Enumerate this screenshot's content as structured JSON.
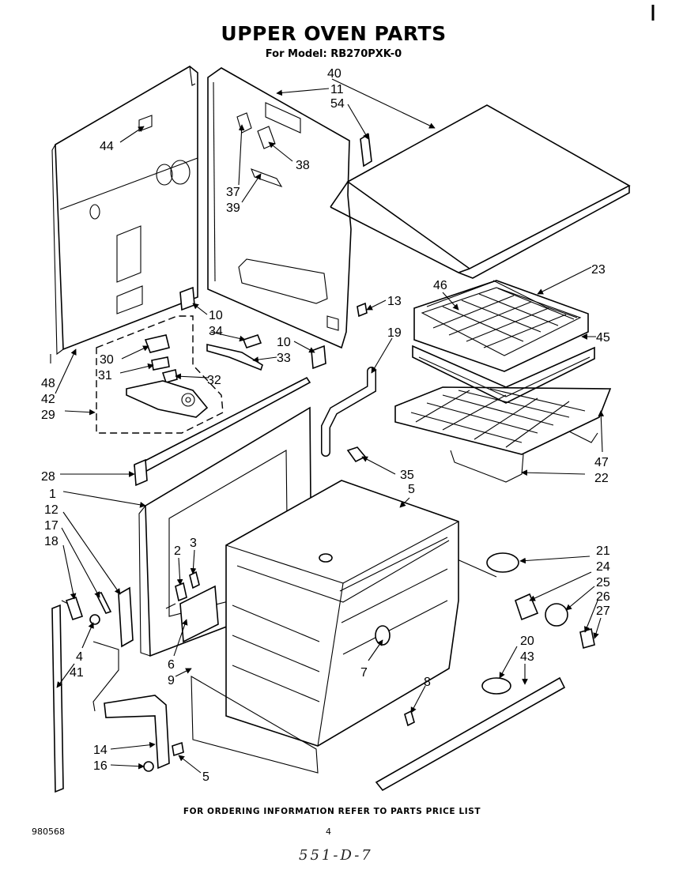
{
  "header": {
    "title": "UPPER OVEN PARTS",
    "subtitle": "For Model: RB270PXK-0"
  },
  "footer": {
    "note": "FOR ORDERING INFORMATION REFER TO PARTS PRICE LIST",
    "doc_number": "980568",
    "page_number": "4",
    "handwritten_note": "551-D-7"
  },
  "callouts": [
    {
      "id": "c44",
      "label": "44"
    },
    {
      "id": "c40",
      "label": "40"
    },
    {
      "id": "c11",
      "label": "11"
    },
    {
      "id": "c54",
      "label": "54"
    },
    {
      "id": "c38",
      "label": "38"
    },
    {
      "id": "c37",
      "label": "37"
    },
    {
      "id": "c39",
      "label": "39"
    },
    {
      "id": "c23",
      "label": "23"
    },
    {
      "id": "c46",
      "label": "46"
    },
    {
      "id": "c13",
      "label": "13"
    },
    {
      "id": "c10a",
      "label": "10"
    },
    {
      "id": "c34",
      "label": "34"
    },
    {
      "id": "c10b",
      "label": "10"
    },
    {
      "id": "c33",
      "label": "33"
    },
    {
      "id": "c19",
      "label": "19"
    },
    {
      "id": "c45",
      "label": "45"
    },
    {
      "id": "c30",
      "label": "30"
    },
    {
      "id": "c31",
      "label": "31"
    },
    {
      "id": "c32",
      "label": "32"
    },
    {
      "id": "c48",
      "label": "48"
    },
    {
      "id": "c42",
      "label": "42"
    },
    {
      "id": "c29",
      "label": "29"
    },
    {
      "id": "c47",
      "label": "47"
    },
    {
      "id": "c22",
      "label": "22"
    },
    {
      "id": "c28",
      "label": "28"
    },
    {
      "id": "c35",
      "label": "35"
    },
    {
      "id": "c1",
      "label": "1"
    },
    {
      "id": "c5a",
      "label": "5"
    },
    {
      "id": "c12",
      "label": "12"
    },
    {
      "id": "c17",
      "label": "17"
    },
    {
      "id": "c18",
      "label": "18"
    },
    {
      "id": "c2",
      "label": "2"
    },
    {
      "id": "c3",
      "label": "3"
    },
    {
      "id": "c21",
      "label": "21"
    },
    {
      "id": "c24",
      "label": "24"
    },
    {
      "id": "c25",
      "label": "25"
    },
    {
      "id": "c26",
      "label": "26"
    },
    {
      "id": "c27",
      "label": "27"
    },
    {
      "id": "c4",
      "label": "4"
    },
    {
      "id": "c41",
      "label": "41"
    },
    {
      "id": "c6",
      "label": "6"
    },
    {
      "id": "c9",
      "label": "9"
    },
    {
      "id": "c7",
      "label": "7"
    },
    {
      "id": "c20",
      "label": "20"
    },
    {
      "id": "c43",
      "label": "43"
    },
    {
      "id": "c8",
      "label": "8"
    },
    {
      "id": "c14",
      "label": "14"
    },
    {
      "id": "c16",
      "label": "16"
    },
    {
      "id": "c5b",
      "label": "5"
    }
  ]
}
